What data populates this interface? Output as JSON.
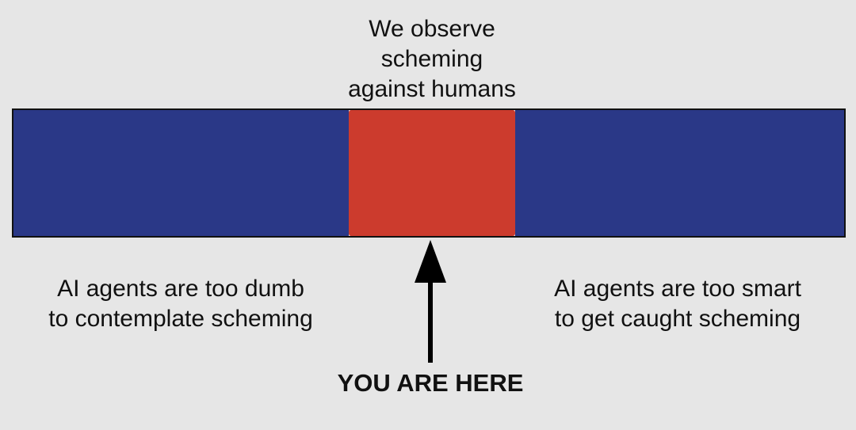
{
  "top_label": {
    "lines": [
      "We observe",
      "scheming",
      "against humans"
    ]
  },
  "bar": {
    "left_color": "#2a3887",
    "middle_color": "#cc3b2d",
    "right_color": "#2a3887"
  },
  "left_label": {
    "lines": [
      "AI agents are too dumb",
      "to contemplate scheming"
    ]
  },
  "right_label": {
    "lines": [
      "AI agents are too smart",
      "to get caught scheming"
    ]
  },
  "arrow": {
    "icon": "up-arrow-icon",
    "color": "#000000"
  },
  "marker_label": "YOU ARE HERE"
}
